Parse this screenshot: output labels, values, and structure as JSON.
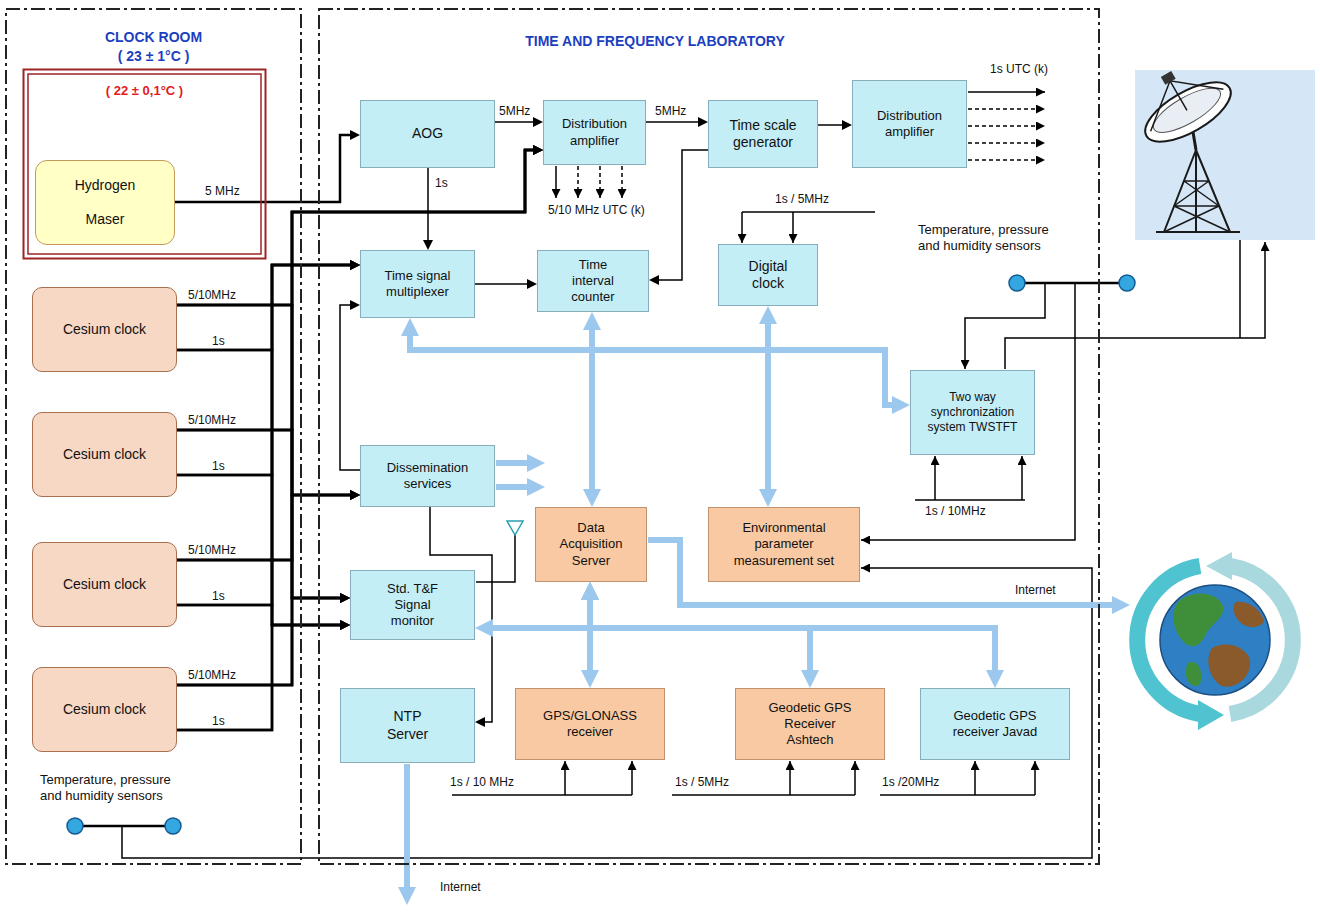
{
  "diagram": {
    "nodes": [
      {
        "text": [
          "CLOCK ROOM",
          "( 23 ± 1°C )"
        ]
      },
      {
        "text": [
          "( 22 ± 0,1°C )"
        ],
        "in": 0
      },
      {
        "text": [
          "Hydrogen Maser"
        ],
        "in": 1
      },
      {
        "text": [
          "Cesium clock"
        ],
        "in": 0
      },
      {
        "text": [
          "Cesium clock"
        ],
        "in": 0
      },
      {
        "text": [
          "Cesium clock"
        ],
        "in": 0
      },
      {
        "text": [
          "Cesium clock"
        ],
        "in": 0
      },
      {
        "text": [
          "TIME AND FREQUENCY LABORATORY"
        ]
      },
      {
        "text": [
          "AOG"
        ],
        "in": 7
      },
      {
        "text": [
          "Distribution amplifier"
        ],
        "in": 7
      },
      {
        "text": [
          "Time scale generator"
        ],
        "in": 7
      },
      {
        "text": [
          "Distribution amplifier"
        ],
        "in": 7
      },
      {
        "text": [
          "Time signal multiplexer"
        ],
        "in": 7
      },
      {
        "text": [
          "Time interval counter"
        ],
        "in": 7
      },
      {
        "text": [
          "Digital clock"
        ],
        "in": 7
      },
      {
        "text": [
          "Two way synchronization system TWSTFT"
        ],
        "in": 7
      },
      {
        "text": [
          "Dissemination services"
        ],
        "in": 7
      },
      {
        "text": [
          "Data Acquisition Server"
        ],
        "in": 7
      },
      {
        "text": [
          "Environmental parameter measurement set"
        ],
        "in": 7
      },
      {
        "text": [
          "Std. T&F Signal monitor"
        ],
        "in": 7
      },
      {
        "text": [
          "NTP Server"
        ],
        "in": 7
      },
      {
        "text": [
          "GPS/GLONASS receiver"
        ],
        "in": 7
      },
      {
        "text": [
          "Geodetic GPS Receiver Ashtech"
        ],
        "in": 7
      },
      {
        "text": [
          "Geodetic GPS receiver Javad"
        ],
        "in": 7
      }
    ],
    "edges": [
      {
        "from": 2,
        "to": 8,
        "arrow": "to",
        "label": "5 MHz"
      },
      {
        "from": 8,
        "to": 9,
        "arrow": "to",
        "label": "5MHz"
      },
      {
        "from": 9,
        "to": 10,
        "arrow": "to",
        "label": "5MHz"
      },
      {
        "from": 10,
        "to": 11,
        "arrow": "to"
      },
      {
        "from": 8,
        "to": 12,
        "arrow": "to",
        "label": "1s"
      },
      {
        "from": 12,
        "to": 13,
        "arrow": "to"
      },
      {
        "from": 10,
        "to": 13,
        "arrow": "to"
      },
      {
        "from": 3,
        "to": 9,
        "arrow": "to"
      },
      {
        "from": 3,
        "to": 12,
        "arrow": "to"
      },
      {
        "from": 3,
        "to": 16,
        "arrow": "to"
      },
      {
        "from": 3,
        "to": 19,
        "arrow": "to"
      },
      {
        "from": 3,
        "to": 19,
        "arrow": "to"
      },
      {
        "from": 4,
        "to": 9,
        "arrow": "to"
      },
      {
        "from": 4,
        "to": 12,
        "arrow": "to"
      },
      {
        "from": 4,
        "to": 16,
        "arrow": "to"
      },
      {
        "from": 4,
        "to": 19,
        "arrow": "to"
      },
      {
        "from": 4,
        "to": 19,
        "arrow": "to"
      },
      {
        "from": 5,
        "to": 9,
        "arrow": "to"
      },
      {
        "from": 5,
        "to": 12,
        "arrow": "to"
      },
      {
        "from": 5,
        "to": 16,
        "arrow": "to"
      },
      {
        "from": 5,
        "to": 19,
        "arrow": "to"
      },
      {
        "from": 5,
        "to": 19,
        "arrow": "to"
      },
      {
        "from": 6,
        "to": 9,
        "arrow": "to"
      },
      {
        "from": 6,
        "to": 12,
        "arrow": "to"
      },
      {
        "from": 6,
        "to": 16,
        "arrow": "to"
      },
      {
        "from": 6,
        "to": 19,
        "arrow": "to"
      },
      {
        "from": 6,
        "to": 19,
        "arrow": "to"
      },
      {
        "from": 16,
        "to": 12,
        "arrow": "to"
      },
      {
        "from": 12,
        "to": 15,
        "arrow": "both"
      },
      {
        "from": 13,
        "to": 17,
        "arrow": "both"
      },
      {
        "from": 14,
        "to": 18,
        "arrow": "both"
      },
      {
        "from": 16,
        "to": 20,
        "arrow": "to"
      },
      {
        "from": 17,
        "to": 19,
        "arrow": "both"
      },
      {
        "from": 17,
        "to": 21,
        "arrow": "both"
      },
      {
        "from": 17,
        "to": 22,
        "arrow": "both"
      },
      {
        "from": 17,
        "to": 23,
        "arrow": "both"
      }
    ],
    "labels": [
      "5/10MHz",
      "1s",
      "5/10MHz",
      "1s",
      "5/10MHz",
      "1s",
      "5/10MHz",
      "1s",
      "Temperature, pressure and humidity sensors",
      "5/10 MHz UTC (k)",
      "1s UTC (k)",
      "1s / 5MHz",
      "Temperature, pressure and humidity sensors",
      "1s / 10MHz",
      "Internet",
      "1s / 10 MHz",
      "1s / 5MHz",
      "1s /20MHz",
      "Internet"
    ]
  }
}
